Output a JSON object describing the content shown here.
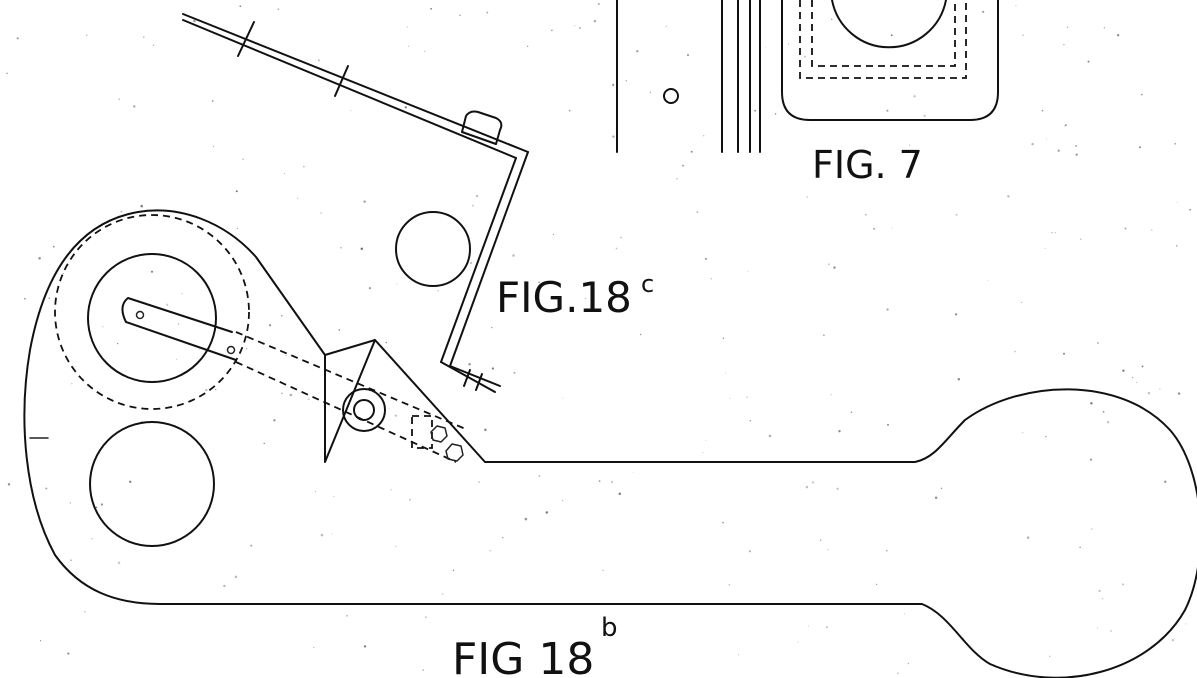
{
  "figures": {
    "fig7": {
      "label": "FIG. 7"
    },
    "fig18c": {
      "label": "FIG.18",
      "superscript": "c"
    },
    "fig18b": {
      "label": "FIG 18",
      "superscript": "b"
    }
  },
  "colors": {
    "paper": "#ffffff",
    "ink": "#111111"
  }
}
